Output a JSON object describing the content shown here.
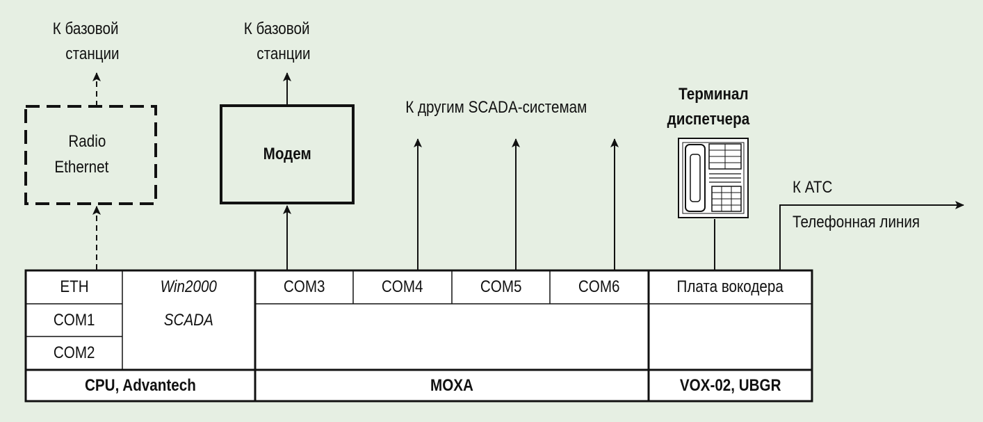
{
  "top_labels": {
    "base_station_left": [
      "К базовой",
      "станции"
    ],
    "base_station_mid": [
      "К базовой",
      "станции"
    ],
    "other_scada": "К другим SCADA-системам",
    "terminal": [
      "Терминал",
      "диспетчера"
    ],
    "ats": "К АТС",
    "phone_line": "Телефонная линия"
  },
  "boxes": {
    "radio": [
      "Radio",
      "Ethernet"
    ],
    "modem": "Модем"
  },
  "cpu": {
    "ports": [
      "ETH",
      "COM1",
      "COM2"
    ],
    "os": "Win2000",
    "software": "SCADA",
    "footer": "CPU, Advantech"
  },
  "moxa": {
    "ports": [
      "COM3",
      "COM4",
      "COM5",
      "COM6"
    ],
    "footer": "MOXA"
  },
  "vox": {
    "board": "Плата вокодера",
    "footer": "VOX-02, UBGR"
  },
  "icons": {
    "terminal": "phone-terminal-icon"
  }
}
